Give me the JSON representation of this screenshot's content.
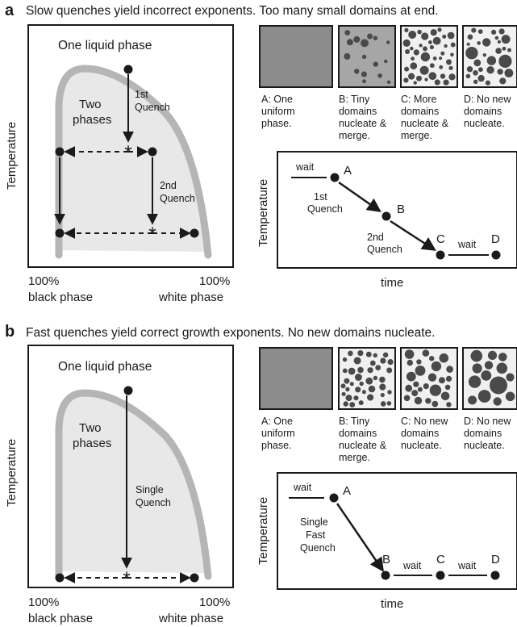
{
  "panel_a": {
    "letter": "a",
    "headline": "Slow quenches yield incorrect exponents.  Too many small domains at end.",
    "phase_diagram": {
      "one_liquid": "One liquid phase",
      "two_phases_1": "Two",
      "two_phases_2": "phases",
      "quench1_1": "1st",
      "quench1_2": "Quench",
      "quench2_1": "2nd",
      "quench2_2": "Quench",
      "ylabel": "Temperature",
      "x_left_1": "100%",
      "x_left_2": "black phase",
      "x_right_1": "100%",
      "x_right_2": "white phase"
    },
    "tiles": [
      {
        "label": "A: One uniform phase."
      },
      {
        "label": "B: Tiny domains nucleate & merge."
      },
      {
        "label": "C: More domains nucleate & merge."
      },
      {
        "label": "D: No new domains nucleate."
      }
    ],
    "timeline": {
      "ylabel": "Temperature",
      "xlabel": "time",
      "wait1": "wait",
      "wait2": "wait",
      "A": "A",
      "B": "B",
      "C": "C",
      "D": "D",
      "q1_1": "1st",
      "q1_2": "Quench",
      "q2_1": "2nd",
      "q2_2": "Quench"
    }
  },
  "panel_b": {
    "letter": "b",
    "headline": "Fast quenches yield correct growth exponents.  No new domains nucleate.",
    "phase_diagram": {
      "one_liquid": "One liquid phase",
      "two_phases_1": "Two",
      "two_phases_2": "phases",
      "quench_1": "Single",
      "quench_2": "Quench",
      "ylabel": "Temperature",
      "x_left_1": "100%",
      "x_left_2": "black phase",
      "x_right_1": "100%",
      "x_right_2": "white phase"
    },
    "tiles": [
      {
        "label": "A: One uniform phase."
      },
      {
        "label": "B: Tiny domains nucleate & merge."
      },
      {
        "label": "C: No new domains nucleate."
      },
      {
        "label": "D: No new domains nucleate."
      }
    ],
    "timeline": {
      "ylabel": "Temperature",
      "xlabel": "time",
      "wait1": "wait",
      "wait2": "wait",
      "wait3": "wait",
      "A": "A",
      "B": "B",
      "C": "C",
      "D": "D",
      "q_1": "Single",
      "q_2": "Fast",
      "q_3": "Quench"
    }
  },
  "colors": {
    "ink": "#1a1a1a",
    "coexistence_curve": "#b5b5b5",
    "two_phase_fill": "#e8e8e8",
    "uniform_gray": "#8c8c8c",
    "tile_bg": "#a6a6a6",
    "domain": "#4a4a4a"
  }
}
